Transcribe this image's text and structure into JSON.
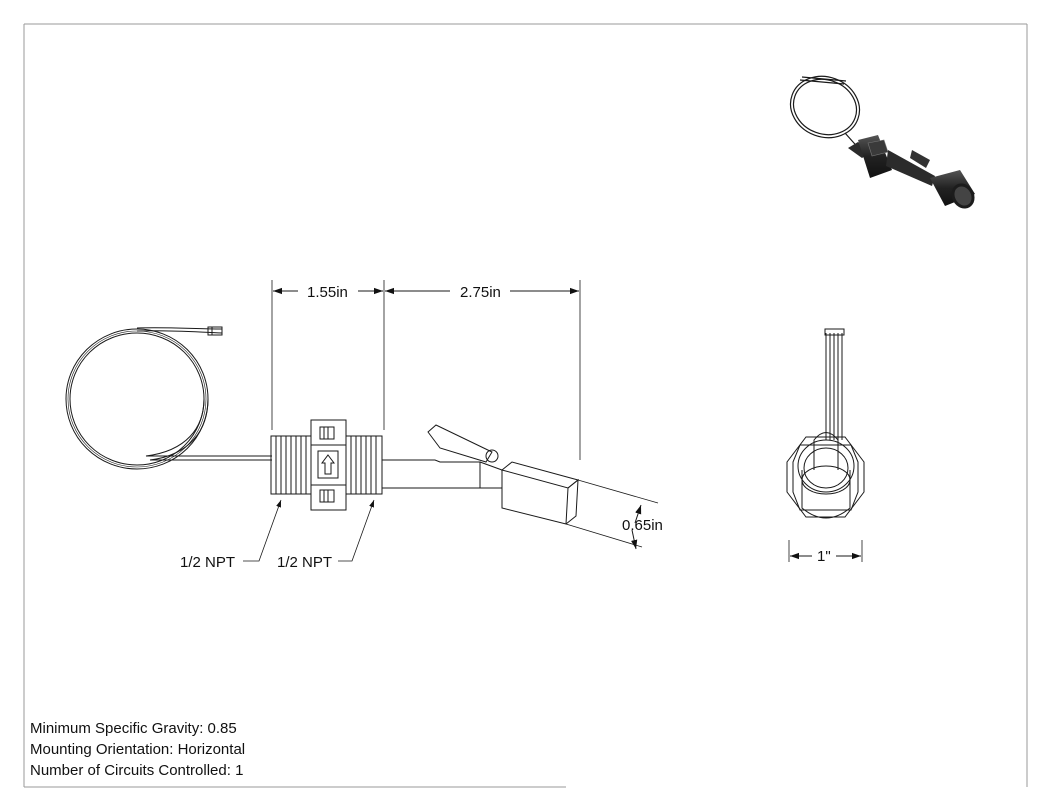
{
  "dimensions": {
    "shoulder_length": "1.55in",
    "stem_length": "2.75in",
    "float_diameter": "0.65in",
    "end_view_width": "1\""
  },
  "callouts": {
    "thread_left": "1/2 NPT",
    "thread_right": "1/2 NPT"
  },
  "specs": {
    "min_specific_gravity": "Minimum Specific Gravity: 0.85",
    "mounting_orientation": "Mounting Orientation: Horizontal",
    "circuits_controlled": "Number of Circuits Controlled: 1"
  },
  "colors": {
    "line": "#1a1a1a",
    "part_dark": "#2b2b2b"
  }
}
